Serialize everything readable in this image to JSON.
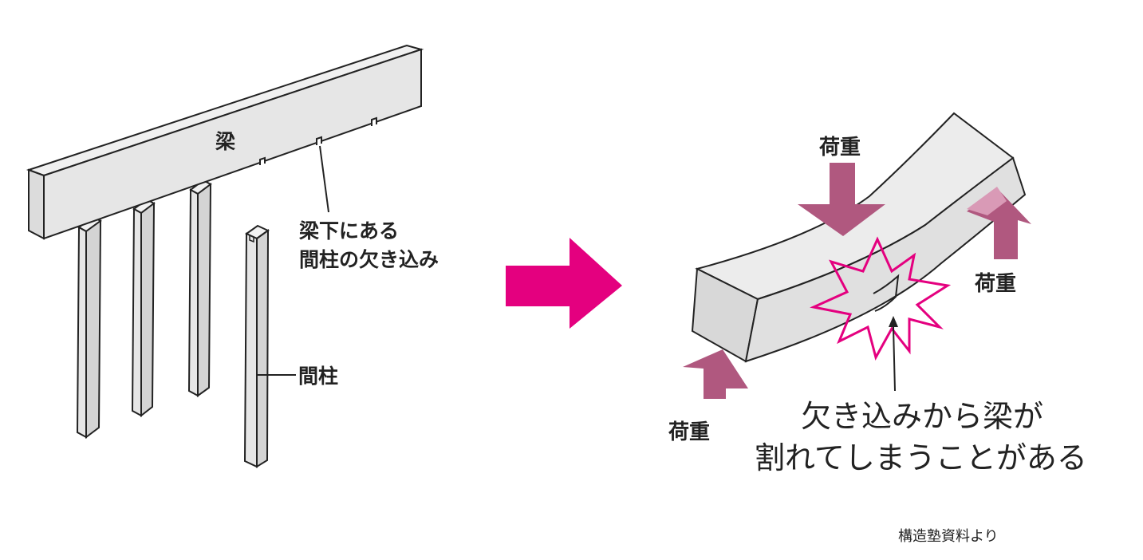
{
  "left_diagram": {
    "beam_label": "梁",
    "notch_label_line1": "梁下にある",
    "notch_label_line2": "間柱の欠き込み",
    "stud_label": "間柱"
  },
  "right_diagram": {
    "load_label_top": "荷重",
    "load_label_right": "荷重",
    "load_label_bottom": "荷重",
    "crack_label_line1": "欠き込みから梁が",
    "crack_label_line2": "割れてしまうことがある"
  },
  "source_note": "構造塾資料より",
  "colors": {
    "beam_fill": "#e6e6e6",
    "outline": "#222222",
    "load_arrow": "#b0587f",
    "load_arrow_light": "#d99ab6",
    "transition_arrow": "#e4007f",
    "burst_outline": "#e4007f"
  }
}
